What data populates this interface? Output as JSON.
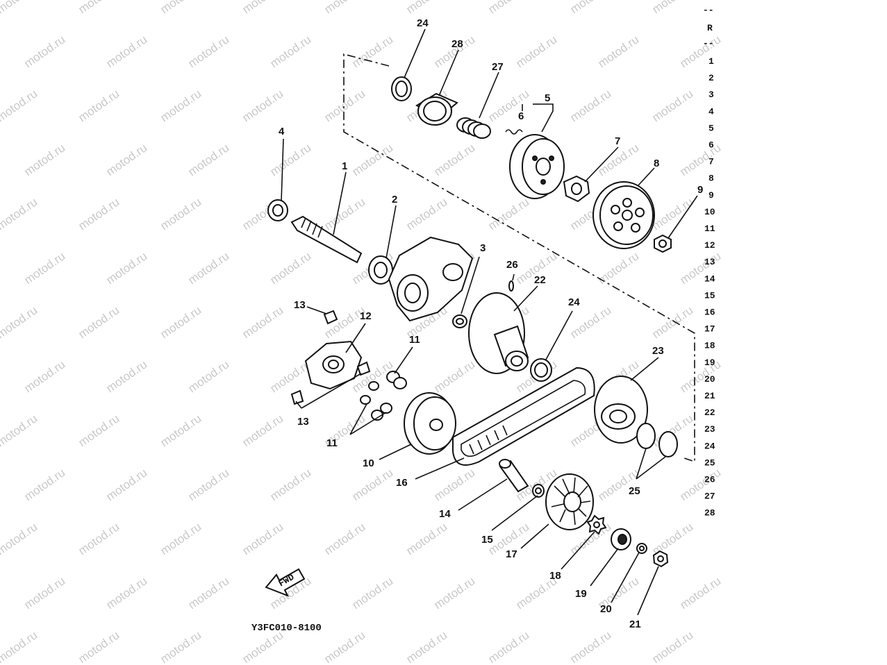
{
  "watermark": "motod.ru",
  "diagram_code": "Y3FC010-8100",
  "fwd_text": "FWD",
  "ref_column": {
    "header": "R",
    "dashes": "--",
    "numbers": [
      "1",
      "2",
      "3",
      "4",
      "5",
      "6",
      "7",
      "8",
      "9",
      "10",
      "11",
      "12",
      "13",
      "14",
      "15",
      "16",
      "17",
      "18",
      "19",
      "20",
      "21",
      "22",
      "23",
      "24",
      "25",
      "26",
      "27",
      "28"
    ]
  },
  "callouts": {
    "c1": "1",
    "c2": "2",
    "c3": "3",
    "c4": "4",
    "c5": "5",
    "c6": "6",
    "c7": "7",
    "c8": "8",
    "c9": "9",
    "c10": "10",
    "c11a": "11",
    "c11b": "11",
    "c12": "12",
    "c13a": "13",
    "c13b": "13",
    "c14": "14",
    "c15": "15",
    "c16": "16",
    "c17": "17",
    "c18": "18",
    "c19": "19",
    "c20": "20",
    "c21": "21",
    "c22": "22",
    "c23": "23",
    "c24a": "24",
    "c24b": "24",
    "c25": "25",
    "c26": "26",
    "c27": "27",
    "c28": "28"
  }
}
